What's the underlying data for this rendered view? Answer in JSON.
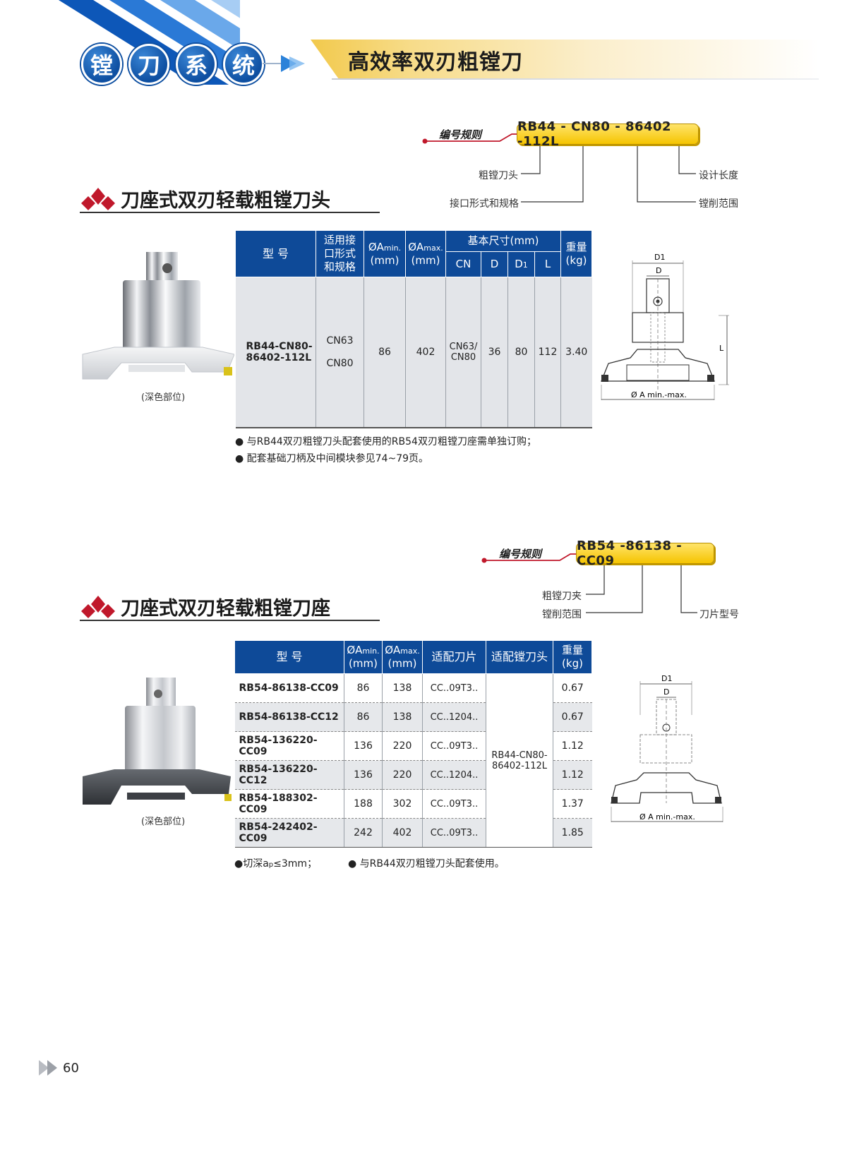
{
  "header": {
    "chars": [
      "镗",
      "刀",
      "系",
      "统"
    ],
    "title": "高效率双刃粗镗刀"
  },
  "section1": {
    "title": "刀座式双刃轻载粗镗刀头",
    "rule_label": "编号规则",
    "rule_code": "RB44 - CN80 - 86402 -112L",
    "ann": {
      "head": "粗镗刀头",
      "interface": "接口形式和规格",
      "length": "设计长度",
      "range": "镗削范围"
    },
    "caption": "(深色部位)",
    "table": {
      "h_model": "型 号",
      "h_interface": "适用接口形式和规格",
      "h_amin_main": "ØA",
      "h_amin_sub": "min.",
      "h_amax_main": "ØA",
      "h_amax_sub": "max.",
      "h_mm": "(mm)",
      "h_basic": "基本尺寸(mm)",
      "h_cn": "CN",
      "h_d": "D",
      "h_d1_main": "D",
      "h_d1_sub": "1",
      "h_l": "L",
      "h_weight": "重量",
      "h_kg": "(kg)",
      "row": {
        "model_line1": "RB44-CN80-",
        "model_line2": "86402-112L",
        "interface_1": "CN63",
        "interface_2": "CN80",
        "amin": "86",
        "amax": "402",
        "cn_line1": "CN63/",
        "cn_line2": "CN80",
        "d": "36",
        "d1": "80",
        "l": "112",
        "weight": "3.40"
      }
    },
    "notes": [
      "● 与RB44双刃粗镗刀头配套使用的RB54双刃粗镗刀座需单独订购；",
      "● 配套基础刀柄及中间模块参见74~79页。"
    ],
    "drawing": {
      "d1": "D1",
      "d": "D",
      "l": "L",
      "a_range": "Ø  A min.-max."
    }
  },
  "section2": {
    "title": "刀座式双刃轻载粗镗刀座",
    "rule_label": "编号规则",
    "rule_code": "RB54 -86138 -CC09",
    "ann": {
      "holder": "粗镗刀夹",
      "range": "镗削范围",
      "insert": "刀片型号"
    },
    "caption": "(深色部位)",
    "table": {
      "h_model": "型 号",
      "h_amin_main": "ØA",
      "h_amin_sub": "min.",
      "h_amax_main": "ØA",
      "h_amax_sub": "max.",
      "h_mm": "(mm)",
      "h_insert": "适配刀片",
      "h_head": "适配镗刀头",
      "h_weight": "重量",
      "h_kg": "(kg)",
      "head_line1": "RB44-CN80-",
      "head_line2": "86402-112L",
      "rows": [
        {
          "model": "RB54-86138-CC09",
          "amin": "86",
          "amax": "138",
          "insert": "CC..09T3..",
          "weight": "0.67"
        },
        {
          "model": "RB54-86138-CC12",
          "amin": "86",
          "amax": "138",
          "insert": "CC..1204..",
          "weight": "0.67"
        },
        {
          "model": "RB54-136220-CC09",
          "amin": "136",
          "amax": "220",
          "insert": "CC..09T3..",
          "weight": "1.12"
        },
        {
          "model": "RB54-136220-CC12",
          "amin": "136",
          "amax": "220",
          "insert": "CC..1204..",
          "weight": "1.12"
        },
        {
          "model": "RB54-188302-CC09",
          "amin": "188",
          "amax": "302",
          "insert": "CC..09T3..",
          "weight": "1.37"
        },
        {
          "model": "RB54-242402-CC09",
          "amin": "242",
          "amax": "402",
          "insert": "CC..09T3..",
          "weight": "1.85"
        }
      ]
    },
    "note_left": "●切深a",
    "note_left_sub": "p",
    "note_left_rest": "≤3mm；",
    "note_right": "● 与RB44双刃粗镗刀头配套使用。",
    "drawing": {
      "d1": "D1",
      "d": "D",
      "a_range": "Ø  A min.-max."
    }
  },
  "footer": {
    "page": "60"
  },
  "colors": {
    "header_blue": "#0e4a98",
    "accent_yellow": "#f5c400",
    "rule_red": "#c0182b"
  }
}
